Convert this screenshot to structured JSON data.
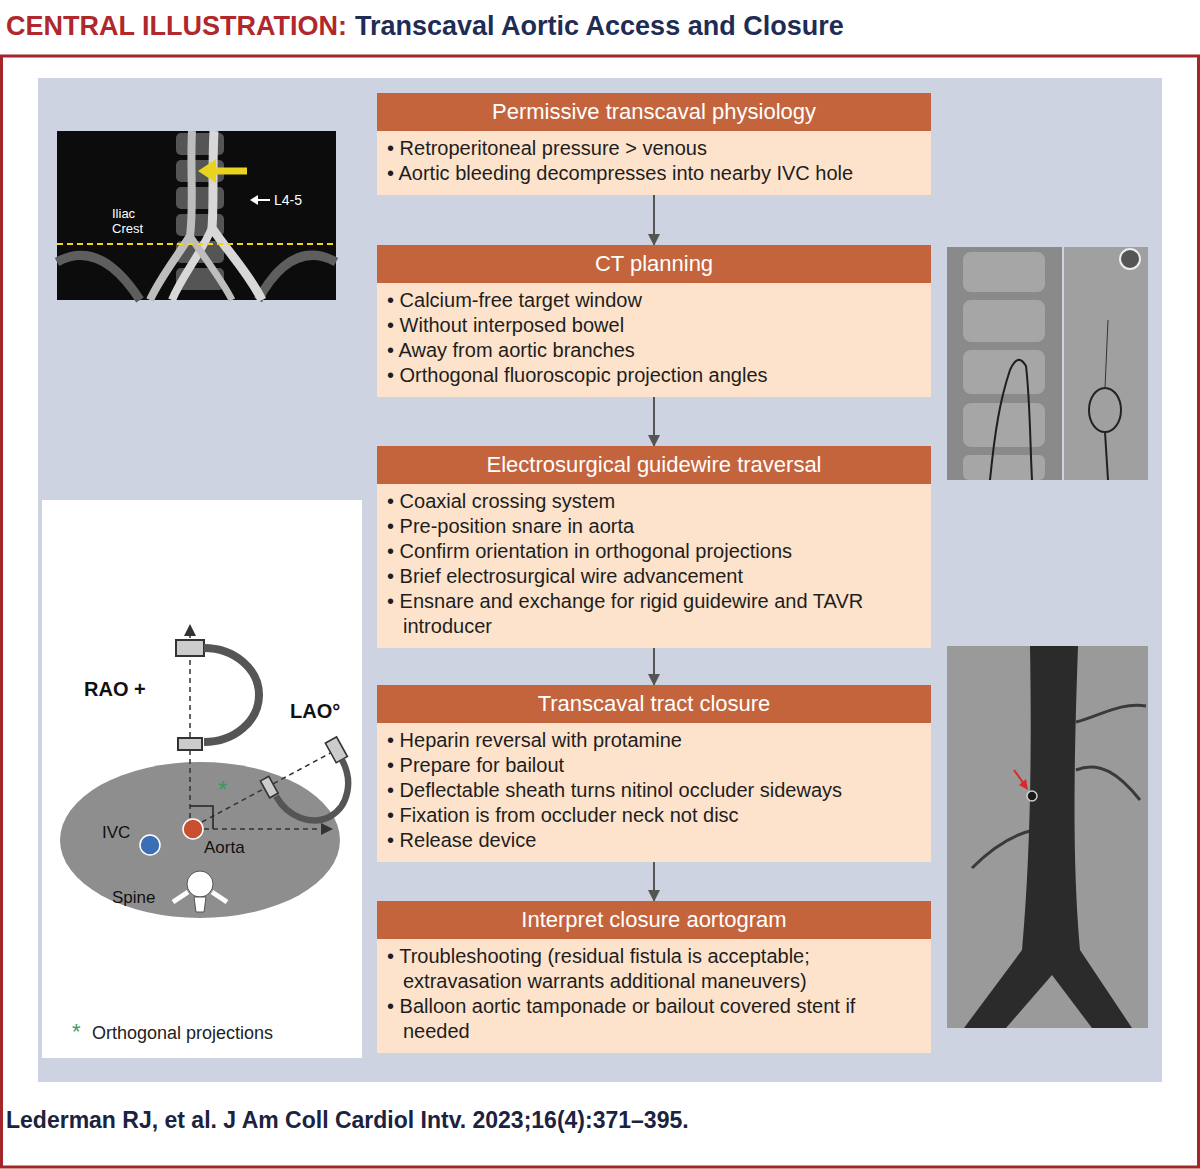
{
  "diagram": {
    "title": "Transcaval Aortic Access and Closure",
    "caption": "Lederman RJ, et al. J Am Coll Cardiol Intv. 2023;16(4):371–395.",
    "nodes": [
      {
        "text": [
          "Permissive transcaval physiology",
          "• Retroperitoneal pressure > venous",
          "• Aortic bleeding decompresses into nearby IVC hole"
        ]
      },
      {
        "text": [
          "CT planning",
          "• Calcium-free target window",
          "• Without interposed bowel",
          "• Away from aortic branches",
          "• Orthogonal fluoroscopic projection angles"
        ]
      },
      {
        "text": [
          "Electrosurgical guidewire traversal",
          "• Coaxial crossing system",
          "• Pre-position snare in aorta",
          "• Confirm orientation in orthogonal projections",
          "• Brief electrosurgical wire advancement",
          "• Ensnare and exchange for rigid guidewire and TAVR introducer"
        ]
      },
      {
        "text": [
          "Transcaval tract closure",
          "• Heparin reversal with protamine",
          "• Prepare for bailout",
          "• Deflectable sheath turns nitinol occluder sideways",
          "• Fixation is from occluder neck not disc",
          "• Release device"
        ]
      },
      {
        "text": [
          "Interpret closure aortogram",
          "• Troubleshooting (residual fistula is acceptable; extravasation warrants additional maneuvers)",
          "• Balloon aortic tamponade or bailout covered stent if needed"
        ]
      }
    ],
    "edges": [
      {
        "from": 0,
        "to": 1,
        "arrow": "to"
      },
      {
        "from": 1,
        "to": 2,
        "arrow": "to"
      },
      {
        "from": 2,
        "to": 3,
        "arrow": "to"
      },
      {
        "from": 3,
        "to": 4,
        "arrow": "to"
      }
    ],
    "labels": [
      "CENTRAL ILLUSTRATION:",
      "Iliac Crest",
      "L4-5",
      "RAO +",
      "LAO°",
      "*",
      "IVC",
      "Aorta",
      "Spine",
      "*",
      "Orthogonal projections"
    ]
  }
}
